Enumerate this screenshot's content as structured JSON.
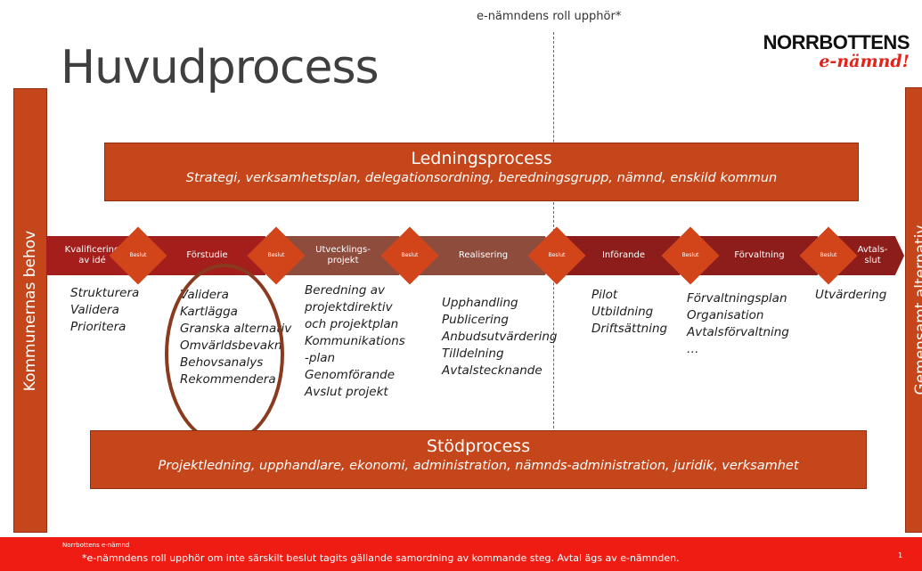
{
  "title": "Huvudprocess",
  "top_note": "e-nämndens roll upphör*",
  "logo": {
    "line1": "NORRBOTTENS",
    "line2": "e-nämnd!"
  },
  "left_label": "Kommunernas behov",
  "right_label": "Gemensamt alternativ",
  "ledning": {
    "title": "Ledningsprocess",
    "subtitle": "Strategi, verksamhetsplan, delegationsordning, beredningsgrupp, nämnd, enskild kommun"
  },
  "stod": {
    "title": "Stödprocess",
    "subtitle": "Projektledning, upphandlare, ekonomi, administration, nämnds-administration, juridik, verksamhet"
  },
  "steps": [
    {
      "label": "Kvalificering av idé",
      "color": "#a41e1c"
    },
    {
      "label": "Förstudie",
      "color": "#a41e1c"
    },
    {
      "label": "Utvecklings-projekt",
      "color": "#8e4c3d"
    },
    {
      "label": "Realisering",
      "color": "#8e4c3d"
    },
    {
      "label": "Införande",
      "color": "#8c1d1a"
    },
    {
      "label": "Förvaltning",
      "color": "#8c1d1a"
    },
    {
      "label": "Avtals-slut",
      "color": "#8c1d1a"
    }
  ],
  "decision_label": "Beslut",
  "activities": {
    "kvalificering": "Strukturera\nValidera\nPrioritera",
    "forstudie": "Validera\nKartlägga\nGranska alternativ\nOmvärldsbevakn\nBehovsanalys\nRekommendera",
    "utveckling": "Beredning av\nprojektdirektiv\noch projektplan\nKommunikations\n-plan\nGenomförande\nAvslut projekt",
    "realisering": "Upphandling\nPublicering\nAnbudsutvärdering\nTilldelning\nAvtalstecknande",
    "inforande": "Pilot\nUtbildning\nDriftsättning",
    "forvaltning": "Förvaltningsplan\nOrganisation\nAvtalsförvaltning\n…",
    "avtalsslut": "Utvärdering"
  },
  "footer": {
    "org": "Norrbottens e-nämnd",
    "note": "*e-nämndens roll upphör om inte särskilt beslut tagits gällande samordning av kommande steg. Avtal ägs av e-nämnden.",
    "page": "1"
  },
  "colors": {
    "band": "#c4461a",
    "decision": "#d2441a",
    "footer": "#ee1c12",
    "oval": "#8a3a1f"
  }
}
